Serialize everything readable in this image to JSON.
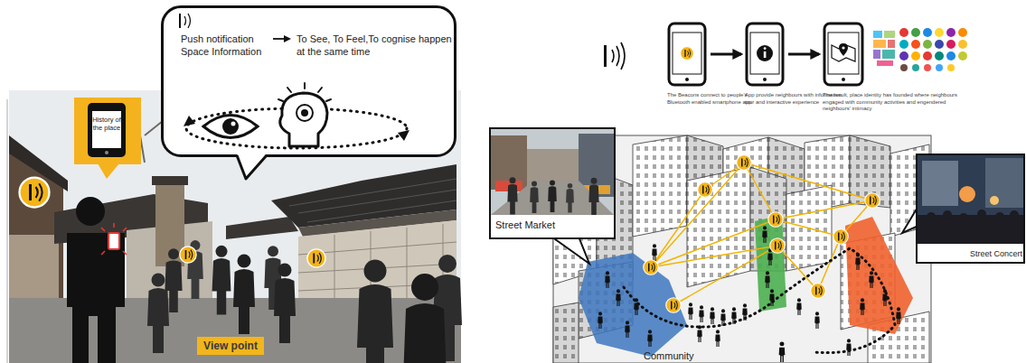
{
  "diagram": {
    "nodes": [
      {
        "text": [
          "History of the place"
        ]
      },
      {
        "text": [
          "Push notification Space Information",
          "To See, To Feel,To cognise happen at the same time"
        ]
      },
      {
        "text": [
          "View point"
        ]
      },
      {
        "text": [
          "The Beacons connect to people's Bluetooth enabled smartphone app"
        ]
      },
      {
        "text": [
          "App provide neighbours with information tour and interactive experience"
        ]
      },
      {
        "text": [
          "The result, place identity has founded where neighbours engaged with community activities and engendered neighbours' intimacy"
        ]
      },
      {
        "text": [
          "Street Market"
        ]
      },
      {
        "text": [
          "Street Concert"
        ]
      }
    ],
    "edges": [
      {
        "from": 3,
        "to": 4,
        "arrow": "to"
      },
      {
        "from": 4,
        "to": 5,
        "arrow": "to"
      }
    ],
    "labels": [
      "Community"
    ]
  }
}
